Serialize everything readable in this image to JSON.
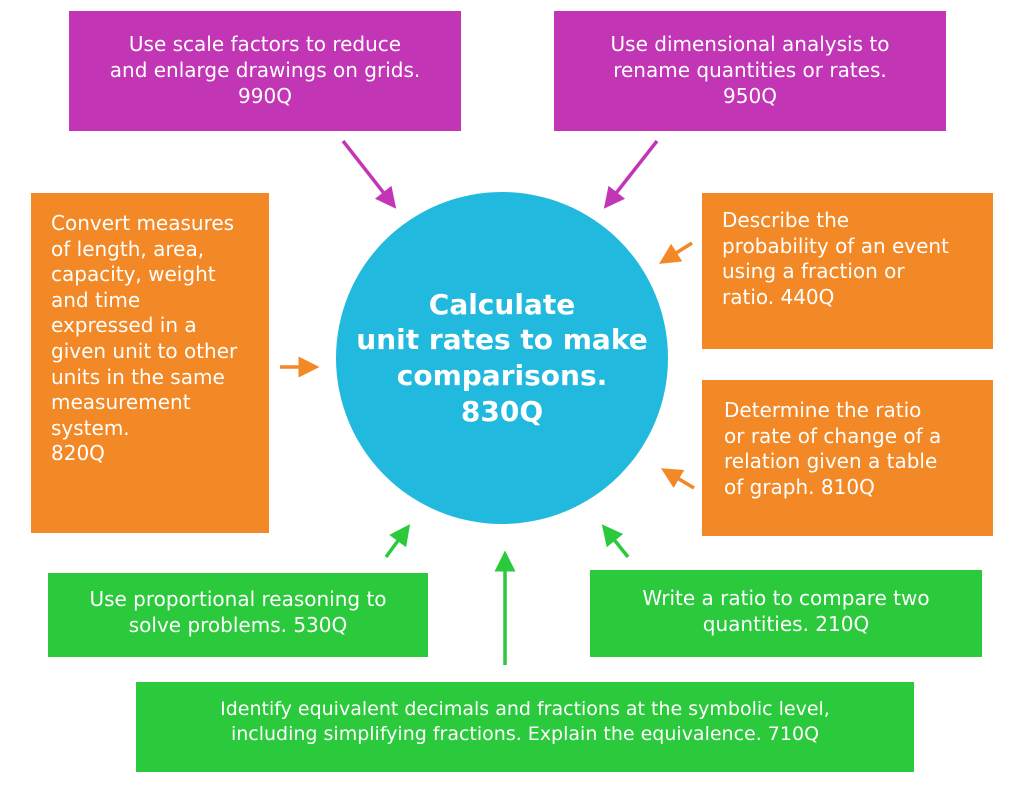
{
  "center": {
    "lines": [
      "Calculate",
      "unit rates to make",
      "comparisons.",
      "830Q"
    ]
  },
  "nodes": [
    {
      "id": "scale-factors",
      "lines": [
        "Use scale factors to reduce",
        "and enlarge drawings on grids.",
        "990Q"
      ]
    },
    {
      "id": "dimensional-analysis",
      "lines": [
        "Use dimensional analysis to",
        "rename quantities or rates.",
        "950Q"
      ]
    },
    {
      "id": "convert-measures",
      "lines": [
        "Convert measures",
        "of length, area,",
        "capacity, weight",
        "and time",
        "expressed in a",
        "given unit to other",
        "units in the same",
        "measurement",
        "system.",
        "820Q"
      ]
    },
    {
      "id": "probability",
      "lines": [
        "Describe the",
        "probability of an event",
        "using a fraction or",
        "ratio. 440Q"
      ]
    },
    {
      "id": "rate-of-change",
      "lines": [
        "Determine the ratio",
        "or rate of change of a",
        "relation given a table",
        "of graph. 810Q"
      ]
    },
    {
      "id": "proportional-reasoning",
      "lines": [
        "Use proportional reasoning to",
        "solve problems. 530Q"
      ]
    },
    {
      "id": "write-ratio",
      "lines": [
        "Write a ratio to compare two",
        "quantities. 210Q"
      ]
    },
    {
      "id": "equivalent-decimals",
      "lines": [
        "Identify equivalent decimals and fractions at the symbolic level,",
        "including simplifying fractions. Explain the equivalence. 710Q"
      ]
    }
  ],
  "colors": {
    "purple": "#c236b6",
    "orange": "#f28826",
    "green": "#2bca3c",
    "center": "#22b9de"
  }
}
